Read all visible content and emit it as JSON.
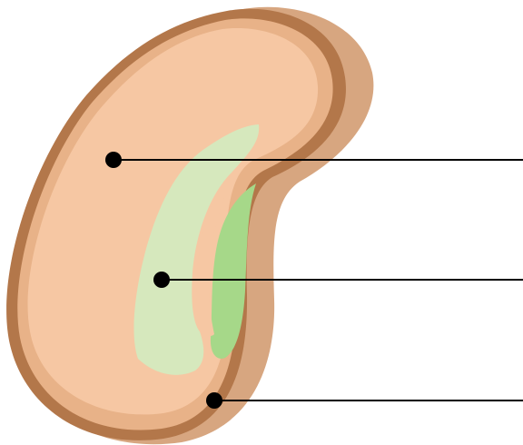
{
  "diagram": {
    "subject": "seed",
    "labels": [
      {
        "id": "cotyledon",
        "text": ""
      },
      {
        "id": "embryo",
        "text": ""
      },
      {
        "id": "seed-coat",
        "text": ""
      }
    ]
  },
  "colors": {
    "background": "#ffffff",
    "seed_shadow": "#d7a680",
    "seed_coat": "#b3774a",
    "seed_coat_inner": "#e8b288",
    "cotyledon": "#f6c7a3",
    "embryo_light": "#d6e8bd",
    "embryo_dark": "#a6d889",
    "leader_line": "#000000",
    "leader_dot": "#000000"
  }
}
